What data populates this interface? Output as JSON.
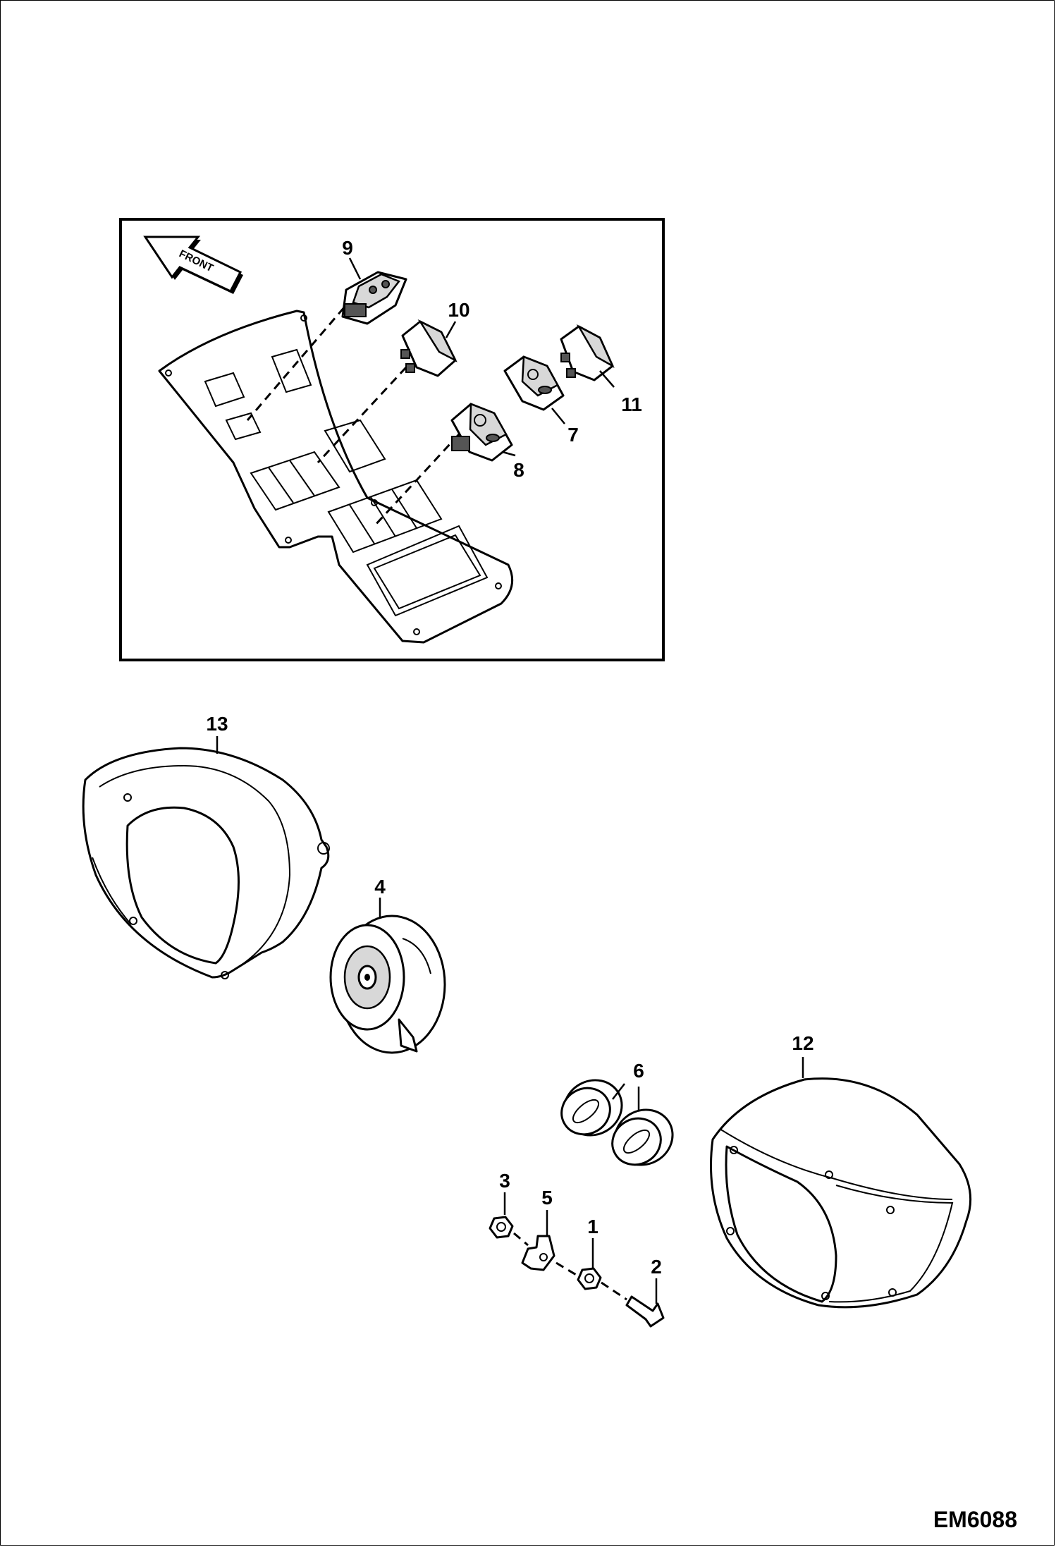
{
  "diagram": {
    "front_label": "FRONT",
    "drawing_code": "EM6088",
    "callouts": [
      {
        "id": "c1",
        "text": "1"
      },
      {
        "id": "c2",
        "text": "2"
      },
      {
        "id": "c3",
        "text": "3"
      },
      {
        "id": "c4",
        "text": "4"
      },
      {
        "id": "c5",
        "text": "5"
      },
      {
        "id": "c6",
        "text": "6"
      },
      {
        "id": "c7",
        "text": "7"
      },
      {
        "id": "c8",
        "text": "8"
      },
      {
        "id": "c9",
        "text": "9"
      },
      {
        "id": "c10",
        "text": "10"
      },
      {
        "id": "c11",
        "text": "11"
      },
      {
        "id": "c12",
        "text": "12"
      },
      {
        "id": "c13",
        "text": "13"
      }
    ]
  }
}
